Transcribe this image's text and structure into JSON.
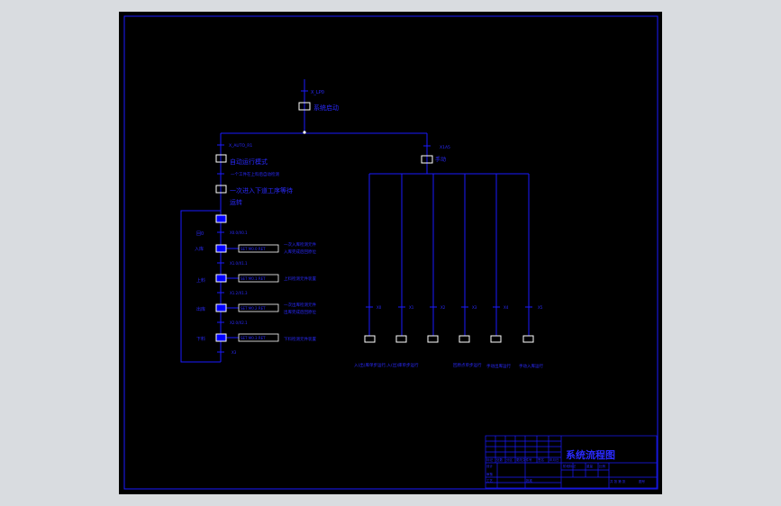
{
  "colors": {
    "page_bg": "#d9dce0",
    "paper": "#000000",
    "line": "#1a1aff",
    "text": "#2a2aff",
    "node": "#ffffff",
    "step_fill": "#0000ff"
  },
  "top": {
    "start_transition": "X_LP0",
    "init_step": "系统启动"
  },
  "manual": {
    "transition": "X1A5",
    "step": "手动"
  },
  "auto": {
    "transition": "X_AUTO_R1",
    "step1": "自动运行模式",
    "note1": "一个工件在上料后自动检测",
    "step2": "一次进入下道工序等待",
    "step2b": "运转"
  },
  "cycle": {
    "side_labels": [
      "回0",
      "入库",
      "上料",
      "出库",
      "下料"
    ],
    "transitions": [
      "X0.0/X0.1",
      "X1.0/X1.1",
      "X1.2/X1.3",
      "X2.0/X2.1",
      "X2.2/X2.3"
    ],
    "actions": [
      "SET M0.0 RET",
      "SET M0.1 RET",
      "SET M0.2 RET",
      "SET M0.3 RET"
    ],
    "notes": [
      [
        "一次入库检测元件",
        "入库完成后回原位"
      ],
      [
        "上料检测元件装置"
      ],
      [
        "一次出库检测元件",
        "出库完成后回原位"
      ],
      [
        "下料检测元件装置"
      ]
    ],
    "end": "X3"
  },
  "branches": {
    "labels": [
      "X0",
      "X1",
      "X2",
      "X3",
      "X4",
      "X5"
    ],
    "bottom_left": "入(出)库单步运行,入(出)库单步运行",
    "bottom_mid": "回原点单步运行",
    "bottom_right": [
      "手动出库运行",
      "手动入库运行"
    ]
  },
  "title_block": {
    "title": "系统流程图",
    "row_labels": [
      "标记",
      "处数",
      "分区",
      "更改文件号",
      "签名",
      "年月日"
    ],
    "person_labels": [
      "设计",
      "审核",
      "工艺",
      "批准"
    ],
    "stage_labels": [
      "阶段标记",
      "重量",
      "比例"
    ],
    "sheet_info": "共 张 第 张",
    "code": "图号"
  }
}
